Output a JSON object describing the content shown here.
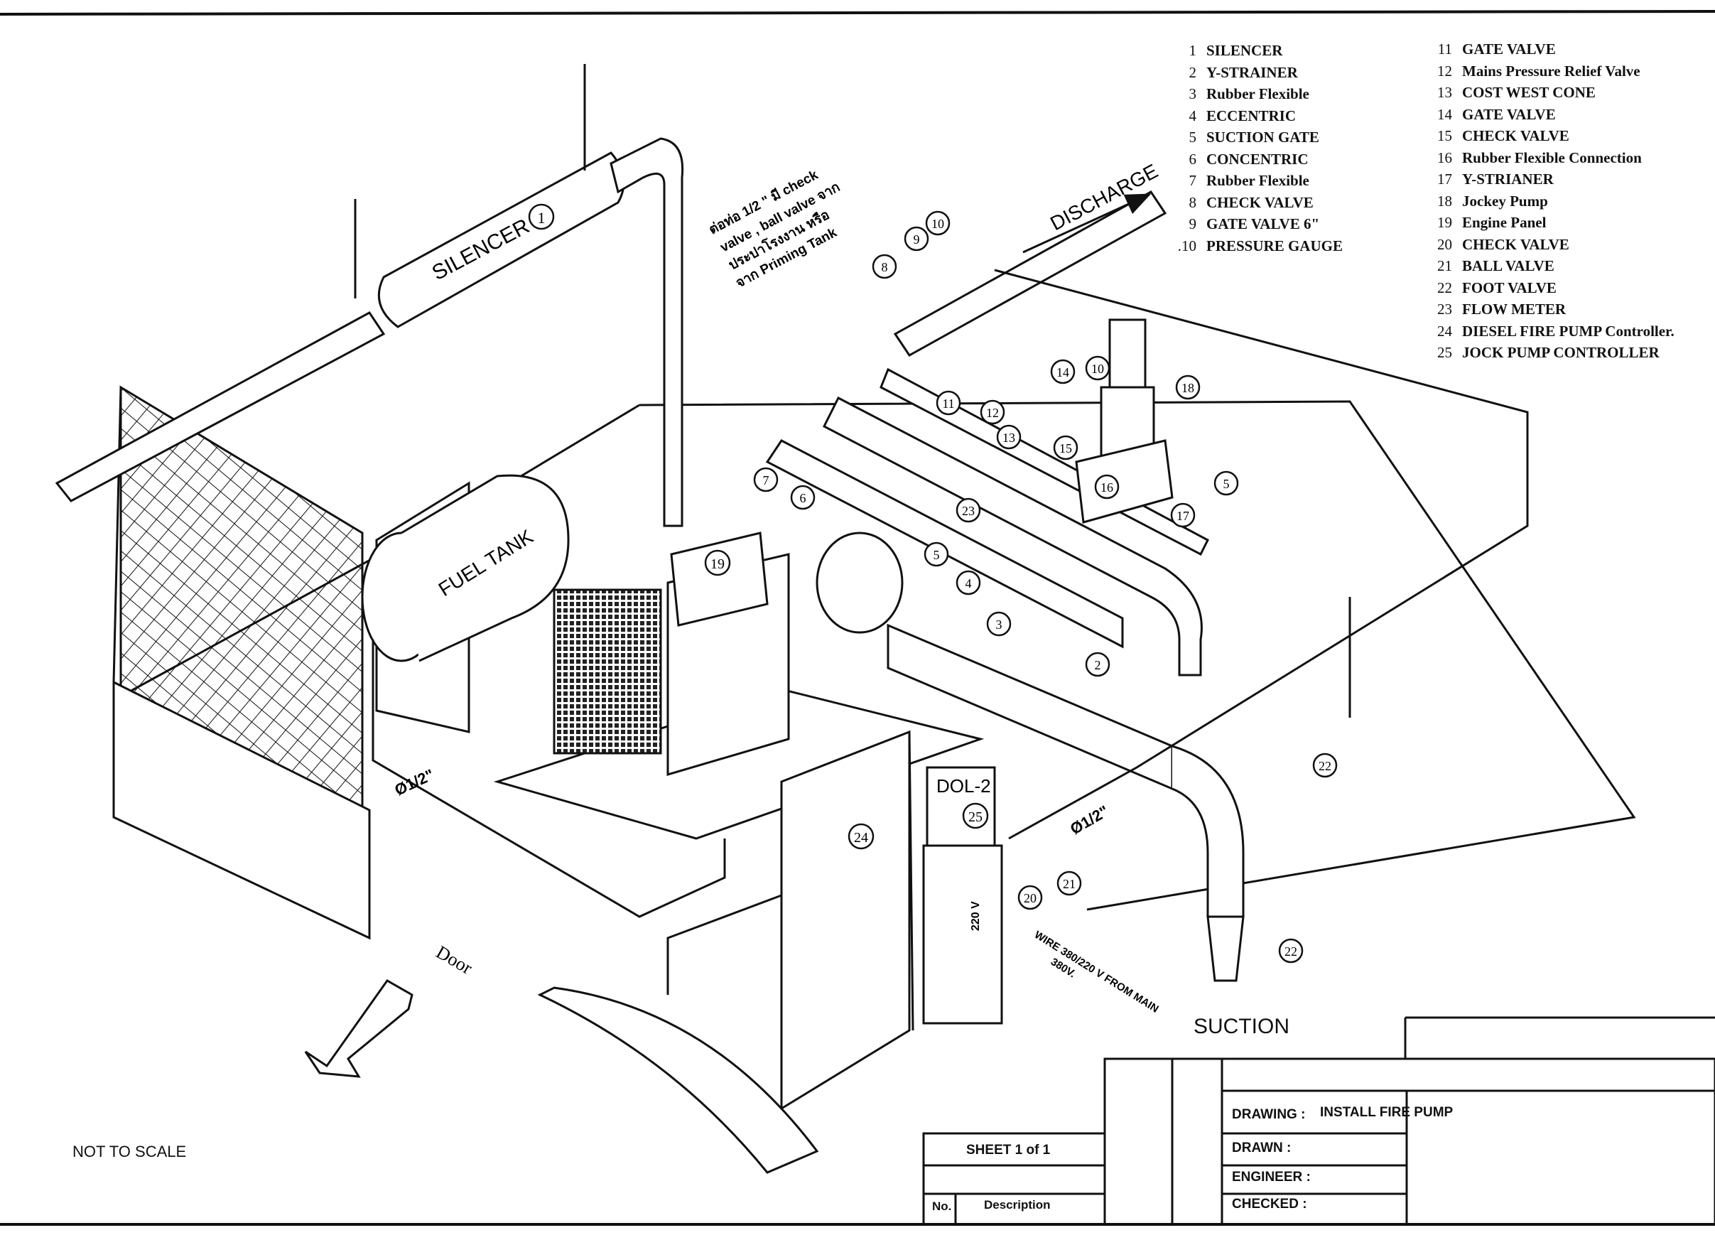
{
  "legend_left": [
    {
      "no": "1",
      "label": "SILENCER"
    },
    {
      "no": "2",
      "label": "Y-STRAINER"
    },
    {
      "no": "3",
      "label": "Rubber Flexible"
    },
    {
      "no": "4",
      "label": "ECCENTRIC"
    },
    {
      "no": "5",
      "label": "SUCTION GATE"
    },
    {
      "no": "6",
      "label": "CONCENTRIC"
    },
    {
      "no": "7",
      "label": "Rubber Flexible"
    },
    {
      "no": "8",
      "label": "CHECK VALVE"
    },
    {
      "no": "9",
      "label": "GATE VALVE 6\""
    },
    {
      "no": ".10",
      "label": "PRESSURE GAUGE"
    }
  ],
  "legend_right": [
    {
      "no": "11",
      "label": "GATE VALVE"
    },
    {
      "no": "12",
      "label": "Mains Pressure Relief Valve"
    },
    {
      "no": "13",
      "label": "COST WEST CONE"
    },
    {
      "no": "14",
      "label": "GATE VALVE"
    },
    {
      "no": "15",
      "label": "CHECK VALVE"
    },
    {
      "no": "16",
      "label": "Rubber Flexible Connection"
    },
    {
      "no": "17",
      "label": "Y-STRIANER"
    },
    {
      "no": "18",
      "label": "Jockey Pump"
    },
    {
      "no": "19",
      "label": "Engine Panel"
    },
    {
      "no": "20",
      "label": "CHECK VALVE"
    },
    {
      "no": "21",
      "label": "BALL VALVE"
    },
    {
      "no": "22",
      "label": "FOOT VALVE"
    },
    {
      "no": "23",
      "label": "FLOW METER"
    },
    {
      "no": "24",
      "label": "DIESEL FIRE PUMP Controller."
    },
    {
      "no": "25",
      "label": "JOCK PUMP CONTROLLER"
    }
  ],
  "drawing_labels": {
    "silencer": "SILENCER",
    "fuel_tank": "FUEL TANK",
    "discharge": "DISCHARGE",
    "suction": "SUCTION",
    "door": "Door",
    "not_to_scale": "NOT TO SCALE",
    "dol": "DOL-2",
    "pipe_size_1": "Ø1/2\"",
    "pipe_size_2": "Ø1/2\"",
    "voltage": "220 V",
    "wire_note_1": "WIRE 380/220 V FROM MAIN",
    "wire_note_2": "380V.",
    "thai_note_1": "ต่อท่อ 1/2 \" มี check",
    "thai_note_2": "valve , ball valve จาก",
    "thai_note_3": "ประปาโรงงาน หรือ",
    "thai_note_4": "จาก Priming Tank"
  },
  "callouts": [
    "1",
    "2",
    "3",
    "4",
    "5",
    "5",
    "6",
    "7",
    "8",
    "9",
    "10",
    "10",
    "11",
    "12",
    "13",
    "14",
    "15",
    "16",
    "17",
    "18",
    "19",
    "20",
    "21",
    "22",
    "22",
    "23",
    "24",
    "25"
  ],
  "title_block": {
    "drawing_label": "DRAWING :",
    "drawing_value": "INSTALL FIRE PUMP",
    "drawn_label": "DRAWN :",
    "engineer_label": "ENGINEER :",
    "checked_label": "CHECKED :",
    "sheet": "SHEET  1 of 1",
    "no_header": "No.",
    "description_header": "Description"
  }
}
